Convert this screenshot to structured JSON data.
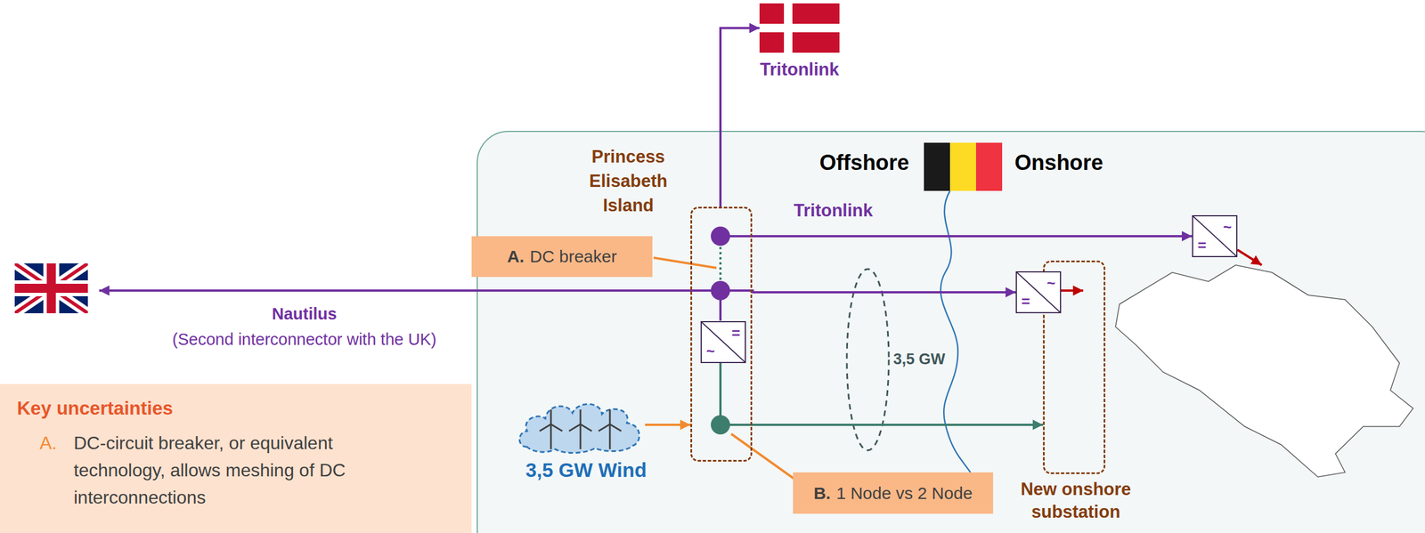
{
  "diagram": {
    "nodes": [
      {
        "text": [
          "Tritonlink"
        ]
      },
      {
        "text": [
          "Princess Elisabeth Island"
        ]
      },
      {
        "text": [
          "A.",
          "DC breaker"
        ]
      },
      {
        "text": [
          "=",
          "~"
        ],
        "in": 1
      },
      {
        "text": [
          "~",
          "="
        ]
      },
      {
        "text": [
          "New onshore substation"
        ]
      },
      {
        "text": [
          "~",
          "="
        ],
        "in": 5
      },
      {
        "text": [
          "3,5 GW Wind"
        ]
      },
      {
        "text": [
          "B.",
          "1 Node vs 2 Node"
        ]
      },
      {
        "text": [
          "Key uncertainties",
          "A.",
          "DC-circuit breaker, or equivalent technology, allows meshing of DC interconnections"
        ]
      }
    ],
    "edges": [
      {
        "from": 1,
        "to": 0,
        "arrow": "to"
      },
      {
        "from": 1,
        "to": 4,
        "arrow": "to",
        "label": "Tritonlink"
      },
      {
        "from": 1,
        "to": 6,
        "arrow": "to"
      },
      {
        "from": 1,
        "to": 5,
        "arrow": "to"
      },
      {
        "from": 7,
        "to": 1,
        "arrow": "to"
      }
    ],
    "labels": [
      "Offshore",
      "Onshore",
      "Nautilus",
      "(Second interconnector with the UK)",
      "3,5 GW"
    ]
  }
}
